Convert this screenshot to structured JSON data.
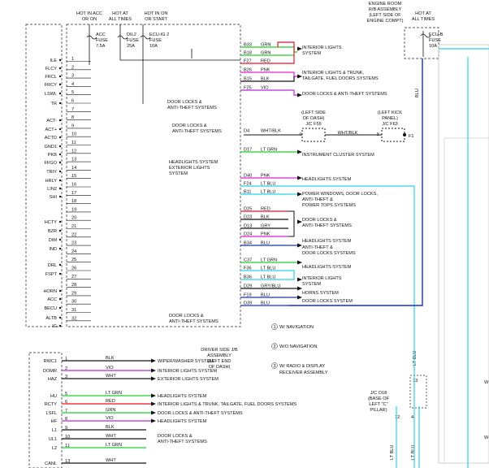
{
  "header": {
    "hot_acc": [
      "HOT IN ACC",
      "OR ON"
    ],
    "hot_all": [
      "HOT AT",
      "ALL TIMES"
    ],
    "hot_on": [
      "HOT IN ON",
      "OR START"
    ],
    "hot_right": [
      "HOT AT",
      "ALL TIMES"
    ]
  },
  "fuses": [
    {
      "id": "acc",
      "lines": [
        "ACC",
        "FUSE",
        "7.5A"
      ]
    },
    {
      "id": "dil2",
      "lines": [
        "DIL2",
        "FUSE",
        "25A"
      ]
    },
    {
      "id": "ecuig2",
      "lines": [
        "ECU-IG 2",
        "FUSE",
        "10A"
      ]
    },
    {
      "id": "ecub",
      "lines": [
        "ECU-B",
        "FUSE",
        "10A"
      ]
    }
  ],
  "engine_room_block": [
    "ENGINE ROOM",
    "R/B ASSEMBLY",
    "(LEFT SIDE OF",
    "ENGINE COMPT)"
  ],
  "left_pins": [
    "ILE",
    "FLCY",
    "FRCL",
    "FRCY",
    "LSWL",
    "TR",
    "ACT-",
    "ACT+",
    "ACTD",
    "GND1",
    "PKB",
    "FFGO",
    "TRIY",
    "HRLY",
    "LIN2",
    "SHI",
    "HCTY",
    "BZR",
    "DIM",
    "IND",
    "DRL",
    "FSPT",
    "HORN",
    "ACC",
    "BECU",
    "ALTB",
    "IG"
  ],
  "pin_numbers": [
    "1",
    "2",
    "3",
    "4",
    "5",
    "6",
    "7",
    "8",
    "9",
    "10",
    "11",
    "12",
    "13",
    "14",
    "15",
    "16",
    "17",
    "18",
    "19",
    "20",
    "21",
    "22",
    "23",
    "24",
    "25",
    "26",
    "27",
    "28",
    "29",
    "30",
    "31",
    "32"
  ],
  "inner_labels": {
    "dl_at_1": [
      "DOOR LOCKS &",
      "ANTI-THEFT SYSTEMS"
    ],
    "dl_at_2": [
      "DOOR LOCKS &",
      "ANTI-THEFT SYSTEMS"
    ],
    "hl_ext": [
      "HEADLIGHTS SYSTEM",
      "EXTERIOR LIGHTS",
      "SYSTEM"
    ],
    "dl_at_3": [
      "DOOR LOCKS &",
      "ANTI-THEFT SYSTEMS"
    ]
  },
  "connectors": [
    {
      "pin": "B33",
      "color": "GRN"
    },
    {
      "pin": "B18",
      "color": "GRN"
    },
    {
      "pin": "F27",
      "color": "RED"
    },
    {
      "pin": "B26",
      "color": "PNK"
    },
    {
      "pin": "B15",
      "color": "BLK"
    },
    {
      "pin": "F25",
      "color": "VIO"
    },
    {
      "pin": "D4",
      "color": "WHT/BLK"
    },
    {
      "pin": "D17",
      "color": "LT GRN"
    },
    {
      "pin": "D40",
      "color": "PNK"
    },
    {
      "pin": "F24",
      "color": "LT BLU"
    },
    {
      "pin": "B11",
      "color": "LT BLU"
    },
    {
      "pin": "D25",
      "color": "RED"
    },
    {
      "pin": "D23",
      "color": "BLK"
    },
    {
      "pin": "D13",
      "color": "GRY"
    },
    {
      "pin": "D24",
      "color": "PNK"
    },
    {
      "pin": "B34",
      "color": "BLU"
    },
    {
      "pin": "C37",
      "color": "LT GRN"
    },
    {
      "pin": "F36",
      "color": "LT BLU"
    },
    {
      "pin": "B36",
      "color": "LT BLU"
    },
    {
      "pin": "D29",
      "color": "GRY/BLU"
    },
    {
      "pin": "F19",
      "color": "BLU"
    },
    {
      "pin": "D39",
      "color": "BLU"
    }
  ],
  "systems": [
    [
      "INTERIOR LIGHTS",
      "SYSTEM"
    ],
    [
      "INTERIOR LIGHTS & TRUNK,",
      "TAILGATE, FUEL DOORS SYSTEMS"
    ],
    [
      "DOOR LOCKS & ANTI-THEFT SYSTEMS"
    ],
    [
      "INSTRUMENT CLUSTER SYSTEM"
    ],
    [
      "HEADLIGHTS SYSTEM"
    ],
    [
      "POWER WINDOWS, DOOR LOCKS,",
      "ANTI-THEFT &",
      "POWER TOPS SYSTEMS"
    ],
    [
      "DOOR LOCKS &",
      "ANTI-THEFT SYSTEMS"
    ],
    [
      "HEADLIGHTS SYSTEM"
    ],
    [
      "ANTI-THEFT &",
      "DOOR LOCKS SYSTEMS"
    ],
    [
      "HEADLIGHTS SYSTEM"
    ],
    [
      "INTERIOR LIGHTS",
      "SYSTEM"
    ],
    [
      "HORNS SYSTEM"
    ],
    [
      "DOOR LOCKS SYSTEM"
    ]
  ],
  "jc_f55": [
    "(LEFT SIDE",
    "OF DASH)",
    "J/C F55"
  ],
  "jc_f63": [
    "(LEFT KICK",
    "PANEL)",
    "J/C F63"
  ],
  "jc_numbers": {
    "a": "4",
    "b": "5",
    "c": "F1"
  },
  "jc_wire": "WHT/BLK",
  "driver_jb": [
    "DRIVER SIDE J/B",
    "ASSEMBLY",
    "(LEFT END",
    "OF DASH)"
  ],
  "notes": [
    "W/ NAVIGATION",
    "W/O NAVIGATION",
    "W/ RADIO & DISPLAY",
    "RECEIVER ASSEMBLY"
  ],
  "note_nums": [
    "1",
    "2",
    "3"
  ],
  "lower_pins": [
    "RWC1",
    "DOMR",
    "HAZ",
    "HU",
    "RCTY",
    "LSFL",
    "HF",
    "L1",
    "UL1",
    "L2",
    "CANL"
  ],
  "lower_wires": [
    {
      "num": "1",
      "color": "BLK",
      "system": "WIPER/WASHER SYSTEM"
    },
    {
      "num": "2",
      "color": "VIO",
      "system": "INTERIOR LIGHTS SYSTEM"
    },
    {
      "num": "3",
      "color": "WHT",
      "system": "EXTERIOR LIGHTS SYSTEM"
    },
    {
      "num": "5",
      "color": "LT GRN",
      "system": "HEADLIGHTS SYSTEM"
    },
    {
      "num": "6",
      "color": "RED",
      "system": "INTERIOR LIGHTS & TRUNK, TAILGATE, FUEL DOORS SYSTEMS"
    },
    {
      "num": "7",
      "color": "GRN",
      "system": "DOOR LOCKS & ANTI-THEFT SYSTEMS"
    },
    {
      "num": "8",
      "color": "VIO",
      "system": "HEADLIGHTS SYSTEM"
    },
    {
      "num": "9",
      "color": "BLK",
      "system": ""
    },
    {
      "num": "10",
      "color": "WHT",
      "system": ""
    },
    {
      "num": "11",
      "color": "LT GRN",
      "system": ""
    },
    {
      "num": "13",
      "color": "WHT",
      "system": ""
    }
  ],
  "lower_group": [
    "DOOR LOCKS &",
    "ANTI-THEFT SYSTEMS"
  ],
  "jc_o18": [
    "J/C O18",
    "(BASE OF",
    "LEFT \"C\"",
    "PILLAR)"
  ],
  "o18_pins": [
    "13",
    "12",
    "4"
  ],
  "vert_wires": [
    "BLU",
    "LT BLU",
    "LT BLU",
    "LT BLU"
  ],
  "edge_text": [
    "W",
    "W"
  ],
  "colors": {
    "green": "#1fcf2a",
    "red": "#e8102a",
    "pink": "#e01fd4",
    "violet": "#b52ad8",
    "blue": "#1030d8",
    "cyan": "#29d2e8",
    "black": "#111111"
  }
}
